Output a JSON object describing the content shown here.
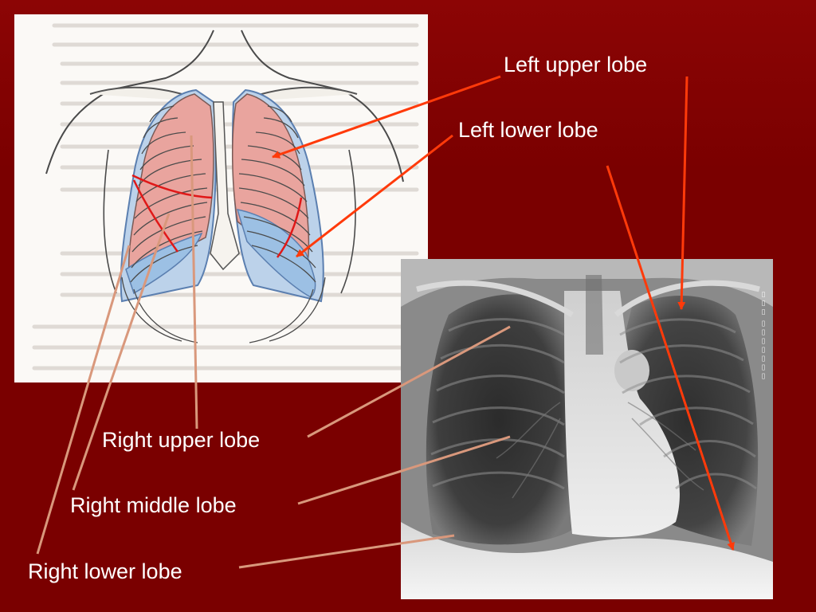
{
  "labels": {
    "left_upper_lobe": "Left upper lobe",
    "left_lower_lobe": "Left lower lobe",
    "right_upper_lobe": "Right upper lobe",
    "right_middle_lobe": "Right middle lobe",
    "right_lower_lobe": "Right lower lobe"
  },
  "colors": {
    "background": "#7a0000",
    "orange_arrow": "#ff3a0a",
    "tan_line": "#d9987c",
    "lung_fill": "#e9a49e",
    "lower_lobe_blue": "#9cc0e4",
    "fissure_red": "#e01818"
  }
}
